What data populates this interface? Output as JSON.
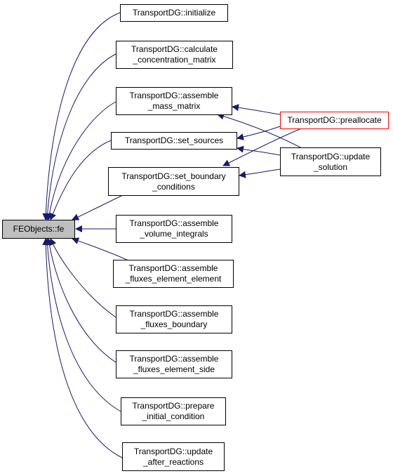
{
  "graph": {
    "edge_color": "#191970",
    "focus_fill": "#bfbfbf",
    "highlight_border": "#ff0000",
    "nodes": {
      "fe": [
        "FEObjects::fe"
      ],
      "initialize": [
        "TransportDG::initialize"
      ],
      "calc_conc": [
        "TransportDG::calculate",
        "_concentration_matrix"
      ],
      "mass": [
        "TransportDG::assemble",
        "_mass_matrix"
      ],
      "sources": [
        "TransportDG::set_sources"
      ],
      "boundary": [
        "TransportDG::set_boundary",
        "_conditions"
      ],
      "volume": [
        "TransportDG::assemble",
        "_volume_integrals"
      ],
      "fluxes_ee": [
        "TransportDG::assemble",
        "_fluxes_element_element"
      ],
      "fluxes_b": [
        "TransportDG::assemble",
        "_fluxes_boundary"
      ],
      "fluxes_es": [
        "TransportDG::assemble",
        "_fluxes_element_side"
      ],
      "prepare": [
        "TransportDG::prepare",
        "_initial_condition"
      ],
      "update_ar": [
        "TransportDG::update",
        "_after_reactions"
      ],
      "preallocate": [
        "TransportDG::preallocate"
      ],
      "update_sol": [
        "TransportDG::update",
        "_solution"
      ]
    }
  }
}
